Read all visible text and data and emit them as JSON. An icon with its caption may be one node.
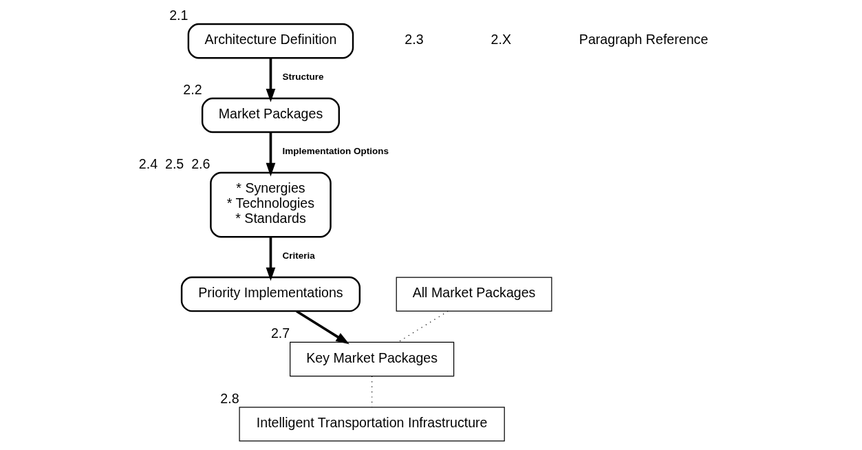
{
  "diagram": {
    "nodes": [
      {
        "text": [
          "Architecture Definition"
        ],
        "beside": [
          "2.1"
        ]
      },
      {
        "text": [
          "Market Packages"
        ],
        "beside": [
          "2.2"
        ]
      },
      {
        "text": [
          "* Synergies",
          "* Technologies",
          "* Standards"
        ],
        "beside": [
          "2.4",
          "2.5",
          "2.6"
        ]
      },
      {
        "text": [
          "Priority Implementations"
        ]
      },
      {
        "text": [
          "All Market Packages"
        ]
      },
      {
        "text": [
          "Key Market Packages"
        ],
        "beside": [
          "2.7"
        ]
      },
      {
        "text": [
          "Intelligent Transportation Infrastructure"
        ],
        "beside": [
          "2.8"
        ]
      }
    ],
    "edges": [
      {
        "from": 0,
        "to": 1,
        "arrow": "to",
        "label": "Structure"
      },
      {
        "from": 1,
        "to": 2,
        "arrow": "to",
        "label": "Implementation Options"
      },
      {
        "from": 2,
        "to": 3,
        "arrow": "to",
        "label": "Criteria"
      },
      {
        "from": 3,
        "to": 5,
        "arrow": "to"
      },
      {
        "from": 4,
        "to": 5,
        "arrow": "none",
        "style": "dashed"
      },
      {
        "from": 5,
        "to": 6,
        "arrow": "none",
        "style": "dashed"
      }
    ],
    "labels": [
      "2.3",
      "2.X",
      "Paragraph Reference"
    ]
  }
}
